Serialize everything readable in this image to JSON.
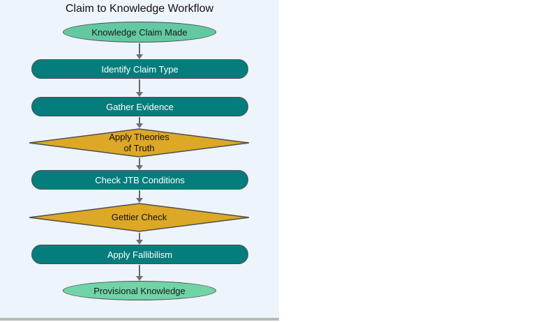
{
  "diagram": {
    "title": "Claim to Knowledge Workflow",
    "type": "flowchart",
    "direction": "top-down",
    "nodes": [
      {
        "id": "start",
        "type": "ellipse",
        "label": "Knowledge Claim Made"
      },
      {
        "id": "identify",
        "type": "process",
        "label": "Identify Claim Type"
      },
      {
        "id": "gather",
        "type": "process",
        "label": "Gather Evidence"
      },
      {
        "id": "theories",
        "type": "decision",
        "label": "Apply Theories of Truth",
        "lines": [
          "Apply Theories",
          "of Truth"
        ]
      },
      {
        "id": "jtb",
        "type": "process",
        "label": "Check JTB Conditions"
      },
      {
        "id": "gettier",
        "type": "decision",
        "label": "Gettier Check"
      },
      {
        "id": "fallibilism",
        "type": "process",
        "label": "Apply Fallibilism"
      },
      {
        "id": "end",
        "type": "ellipse",
        "label": "Provisional Knowledge"
      }
    ],
    "edges": [
      {
        "from": "start",
        "to": "identify"
      },
      {
        "from": "identify",
        "to": "gather"
      },
      {
        "from": "gather",
        "to": "theories"
      },
      {
        "from": "theories",
        "to": "jtb"
      },
      {
        "from": "jtb",
        "to": "gettier"
      },
      {
        "from": "gettier",
        "to": "fallibilism"
      },
      {
        "from": "fallibilism",
        "to": "end"
      }
    ],
    "colors": {
      "panel_background": "#edf4fc",
      "panel_bottom_border": "#b9b9b9",
      "process_fill": "#057d7d",
      "process_text": "#ffffff",
      "decision_fill": "#dda826",
      "start_ellipse_fill": "#63c9a1",
      "end_ellipse_fill": "#70d4a6",
      "node_border": "#4d4d4d",
      "arrow": "#666666",
      "dark_text": "#111111"
    }
  }
}
